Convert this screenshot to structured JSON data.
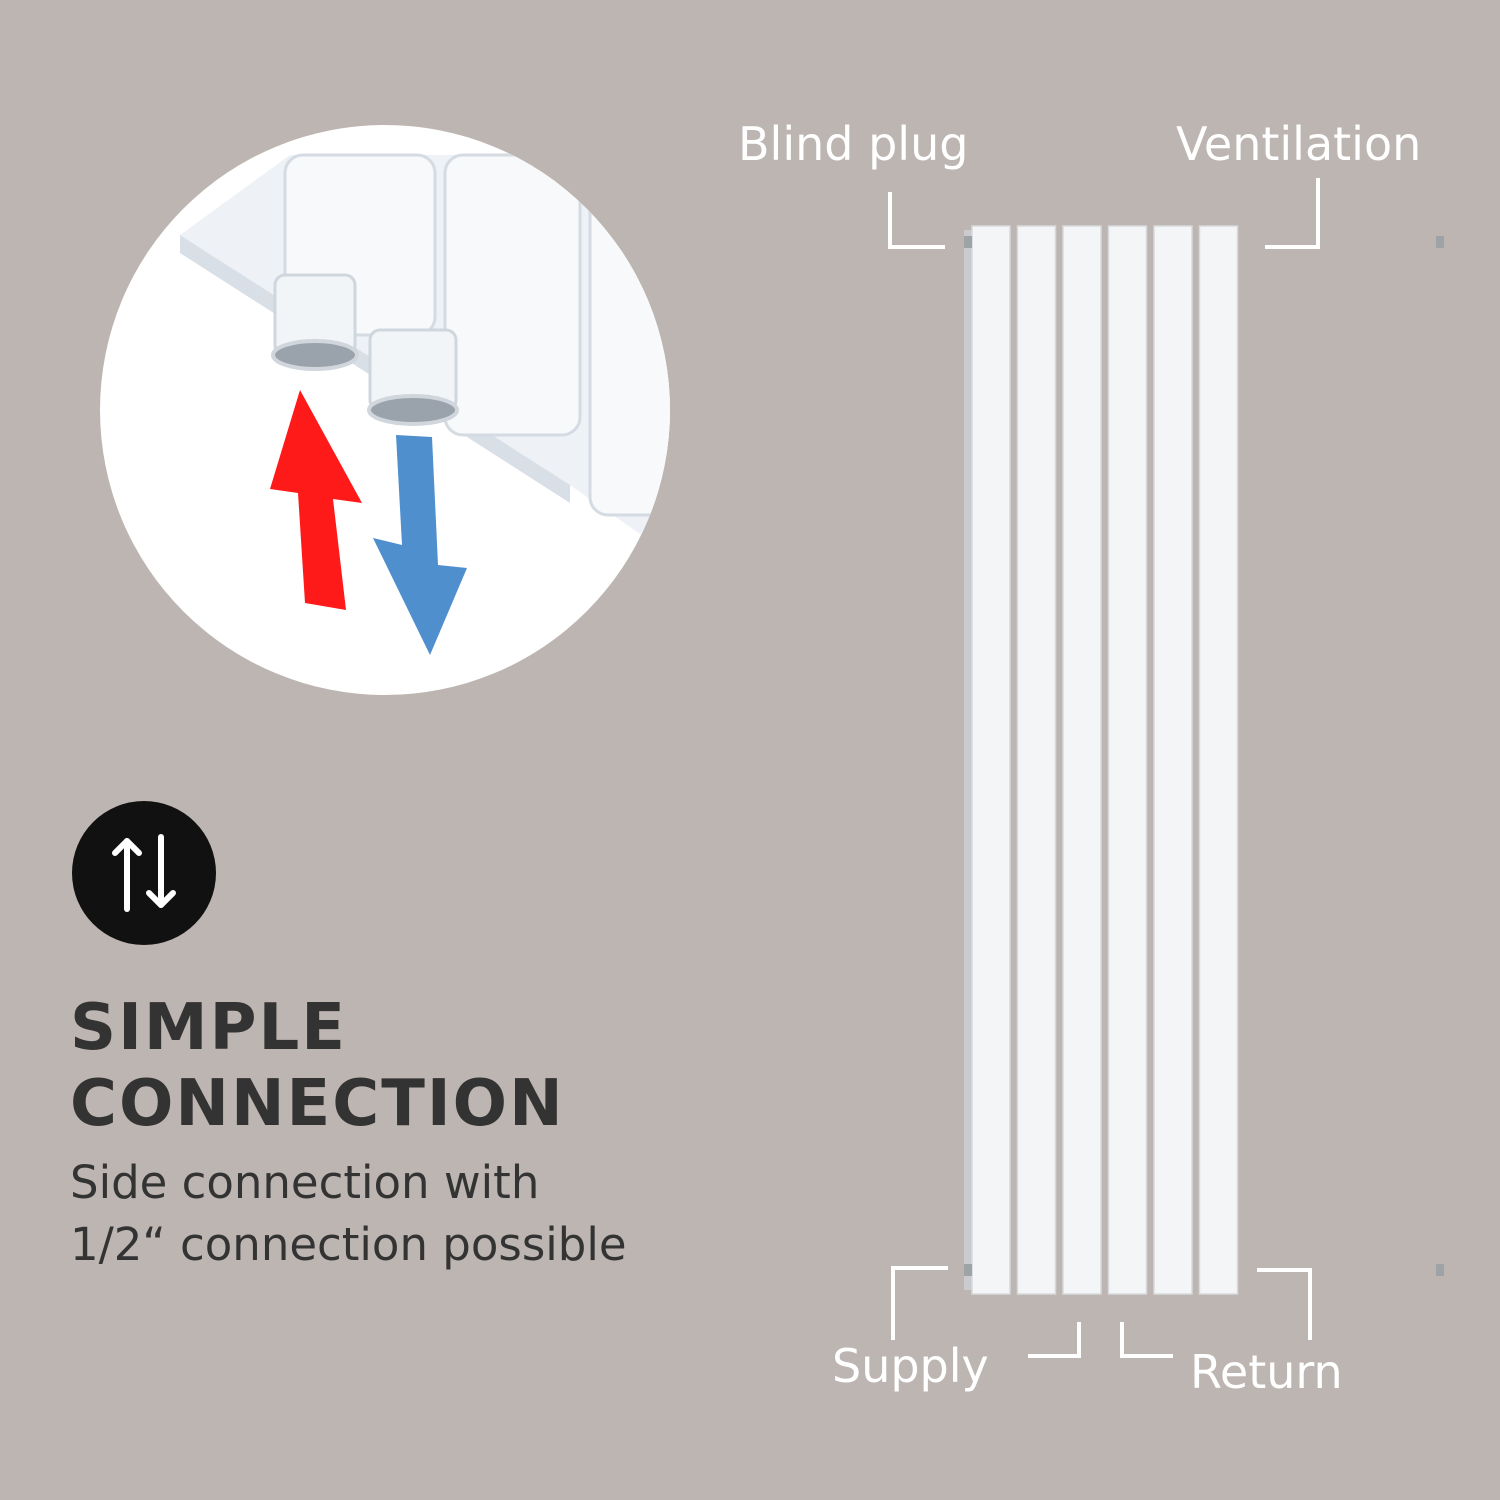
{
  "zoom_detail": {
    "arrow_up_color": "#ff1a1a",
    "arrow_down_color": "#4f8fce",
    "icons": [
      "hot-water-up-arrow",
      "cold-water-down-arrow",
      "pipe-connector"
    ]
  },
  "feature": {
    "icon": "up-down-arrows-icon",
    "title_line1": "SIMPLE",
    "title_line2": "CONNECTION",
    "desc_line1": "Side connection with",
    "desc_line2": "1/2“ connection possible"
  },
  "radiator": {
    "tube_count": 6,
    "color": "#f4f5f6"
  },
  "callouts": {
    "blind_plug": "Blind plug",
    "ventilation": "Ventilation",
    "supply": "Supply",
    "return": "Return"
  }
}
